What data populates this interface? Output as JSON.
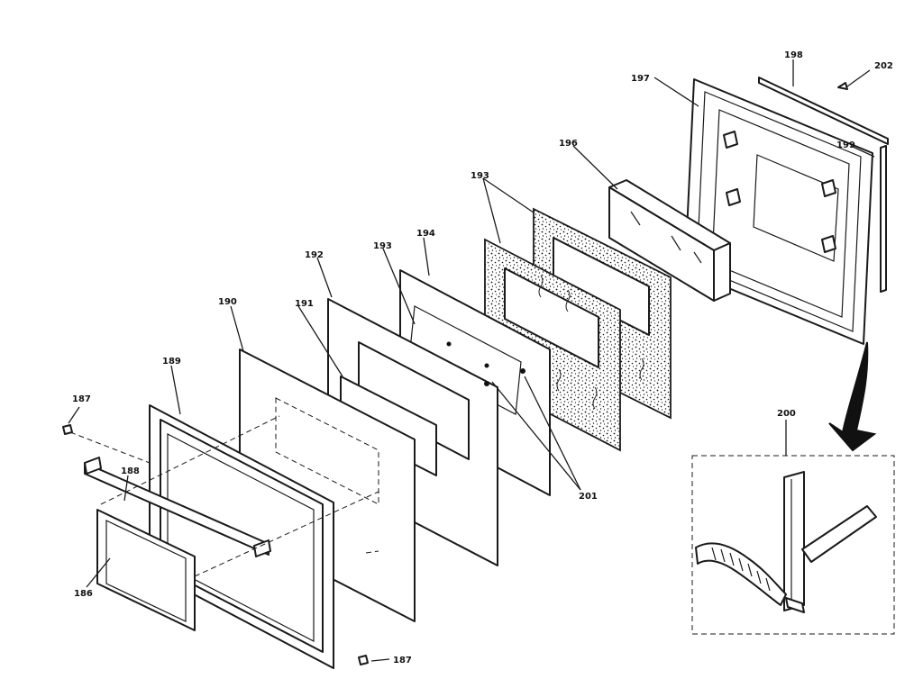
{
  "diagram": {
    "callouts": {
      "p186": "186",
      "p187a": "187",
      "p187b": "187",
      "p188": "188",
      "p189": "189",
      "p190": "190",
      "p191": "191",
      "p192": "192",
      "p193a": "193",
      "p193b": "193",
      "p194": "194",
      "p196": "196",
      "p197": "197",
      "p198": "198",
      "p199": "199",
      "p200": "200",
      "p201": "201",
      "p202": "202"
    }
  }
}
